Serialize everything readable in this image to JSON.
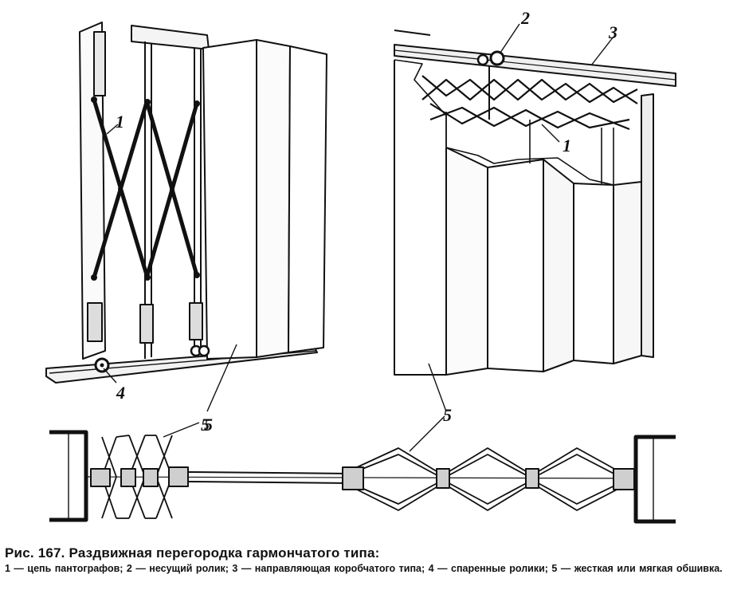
{
  "figure": {
    "callouts": {
      "left_chain": "1",
      "right_chain": "1",
      "carrier_roller": "2",
      "guide_rail": "3",
      "paired_rollers": "4",
      "cladding_left": "5",
      "cladding_right": "5",
      "plan_cladding": "5"
    }
  },
  "caption": {
    "title": "Рис. 167. Раздвижная перегородка гармончатого типа:",
    "legend": "1 — цепь пантографов; 2 — несущий ролик; 3 — направляющая коробчатого типа; 4 — спаренные ролики; 5 — жесткая или мягкая обшивка."
  }
}
